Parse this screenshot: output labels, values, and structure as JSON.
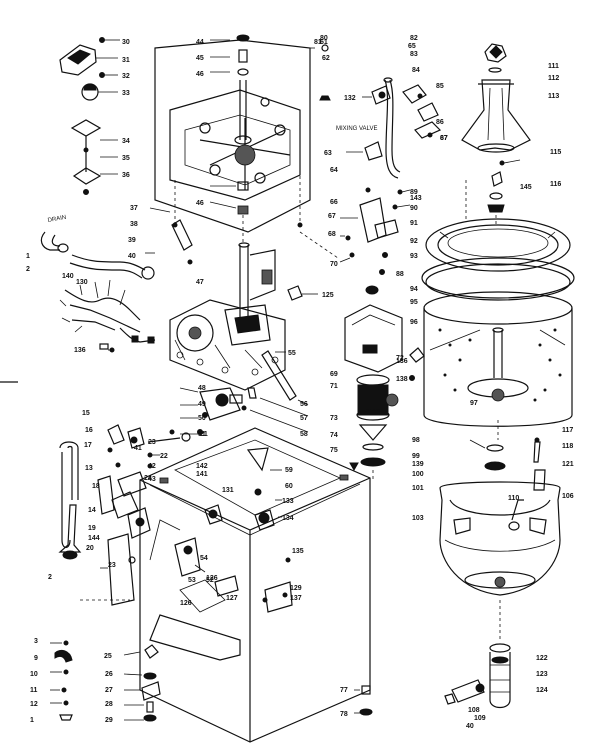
{
  "notes": {
    "drain": "DRAIN",
    "mixing_valve": "MIXING VALVE"
  },
  "callouts": [
    "1",
    "2",
    "2",
    "3",
    "9",
    "10",
    "11",
    "12",
    "1",
    "13",
    "14",
    "15",
    "16",
    "17",
    "18",
    "19",
    "20",
    "21",
    "22",
    "23",
    "23",
    "24",
    "25",
    "26",
    "27",
    "28",
    "29",
    "30",
    "31",
    "32",
    "33",
    "34",
    "35",
    "36",
    "37",
    "38",
    "39",
    "40",
    "40",
    "41",
    "42",
    "43",
    "44",
    "45",
    "46",
    "46",
    "47",
    "48",
    "49",
    "50",
    "51",
    "52",
    "53",
    "54",
    "55",
    "56",
    "57",
    "58",
    "59",
    "60",
    "61",
    "62",
    "63",
    "64",
    "65",
    "66",
    "67",
    "67",
    "68",
    "69",
    "70",
    "71",
    "72",
    "73",
    "74",
    "75",
    "77",
    "78",
    "80",
    "81",
    "82",
    "83",
    "84",
    "85",
    "86",
    "87",
    "88",
    "89",
    "90",
    "91",
    "92",
    "93",
    "94",
    "95",
    "96",
    "97",
    "98",
    "99",
    "100",
    "101",
    "103",
    "106",
    "108",
    "109",
    "110",
    "111",
    "112",
    "113",
    "115",
    "116",
    "117",
    "118",
    "121",
    "122",
    "123",
    "124",
    "125",
    "126",
    "126",
    "127",
    "129",
    "130",
    "131",
    "132",
    "133",
    "134",
    "135",
    "136",
    "136",
    "137",
    "138",
    "139",
    "140",
    "141",
    "142",
    "143",
    "144",
    "145"
  ]
}
